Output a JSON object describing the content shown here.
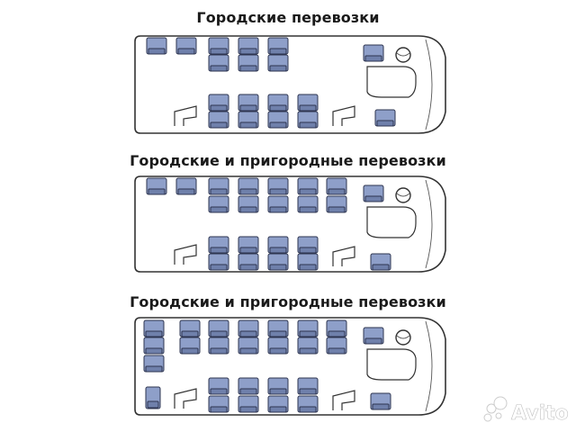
{
  "layouts": [
    {
      "title": "Городские перевозки"
    },
    {
      "title": "Городские и пригородные перевозки"
    },
    {
      "title": "Городские и пригородные перевозки"
    }
  ],
  "watermark": {
    "text": "Avito"
  }
}
